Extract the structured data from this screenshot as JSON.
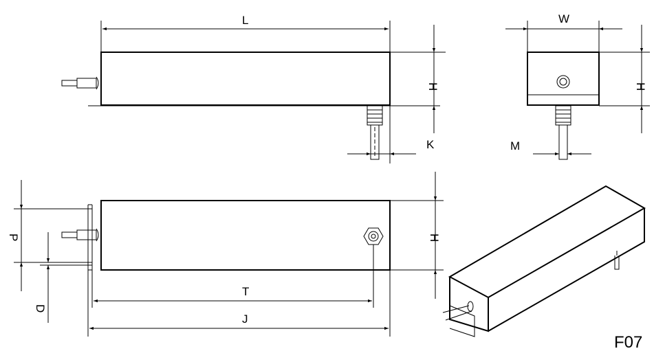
{
  "drawing": {
    "code": "F07",
    "dimensions": {
      "length": "L",
      "width": "W",
      "height_side": "H",
      "height_end": "H",
      "height_bottom": "H",
      "k": "K",
      "m": "M",
      "p": "P",
      "d": "D",
      "t": "T",
      "j": "J"
    }
  },
  "colors": {
    "line": "#000000",
    "background": "#ffffff"
  }
}
